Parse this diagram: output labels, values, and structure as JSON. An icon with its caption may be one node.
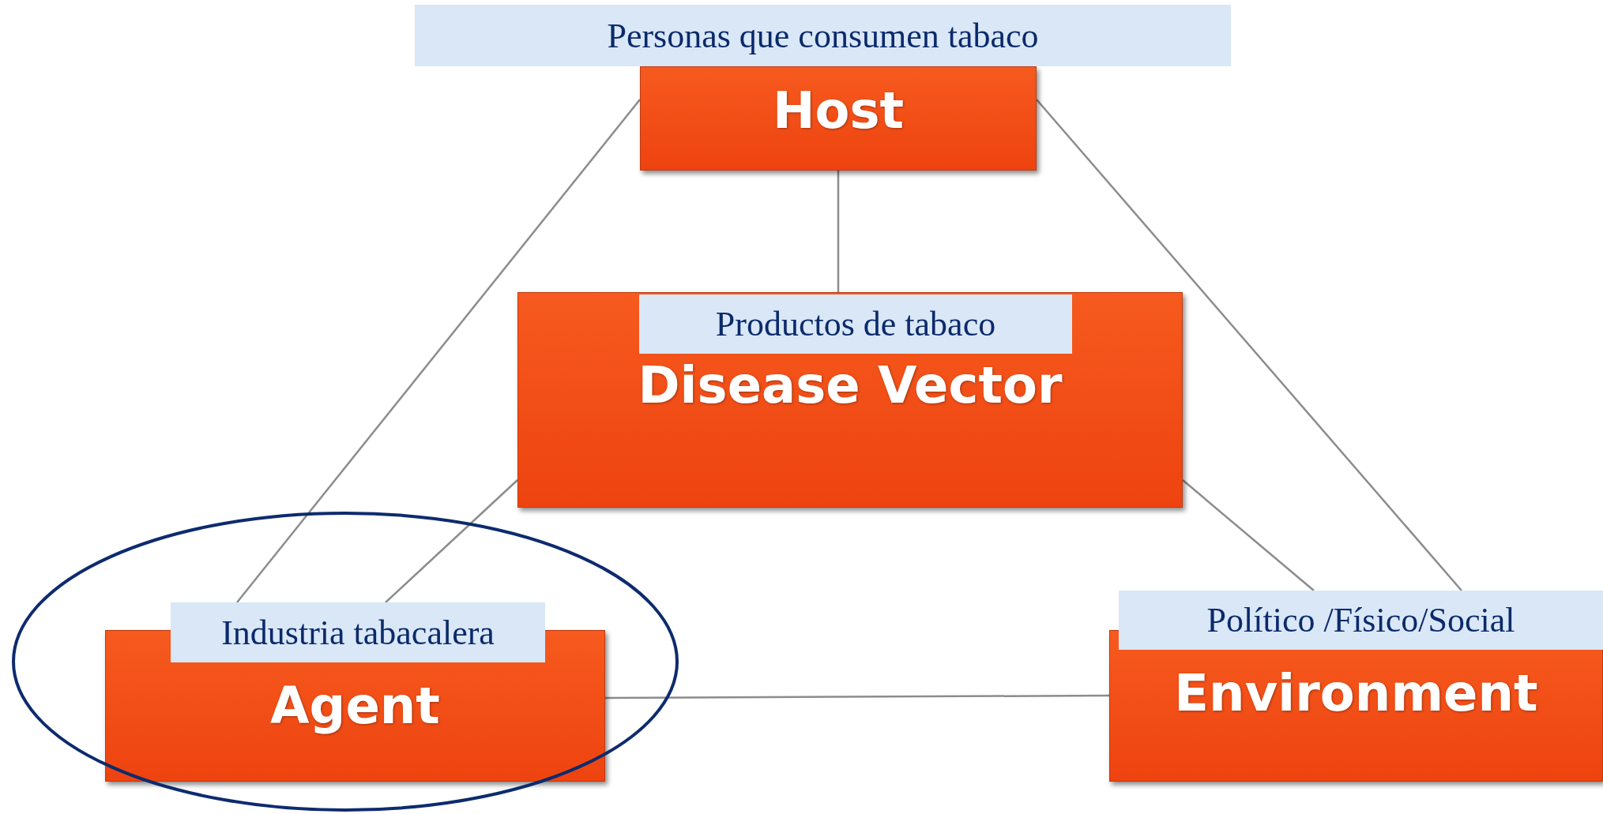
{
  "diagram": {
    "nodes": [
      {
        "text": [
          "Personas que consumen tabaco",
          "Host"
        ]
      },
      {
        "text": [
          "Productos de tabaco",
          "Disease Vector"
        ]
      },
      {
        "text": [
          "Industria tabacalera",
          "Agent"
        ]
      },
      {
        "text": [
          "Político /Físico/Social",
          "Environment"
        ]
      }
    ],
    "edges": [
      {
        "from": 0,
        "to": 2,
        "arrow": "none"
      },
      {
        "from": 0,
        "to": 3,
        "arrow": "none"
      },
      {
        "from": 0,
        "to": 1,
        "arrow": "none"
      },
      {
        "from": 1,
        "to": 2,
        "arrow": "none"
      },
      {
        "from": 1,
        "to": 3,
        "arrow": "none"
      },
      {
        "from": 2,
        "to": 3,
        "arrow": "none"
      }
    ]
  }
}
